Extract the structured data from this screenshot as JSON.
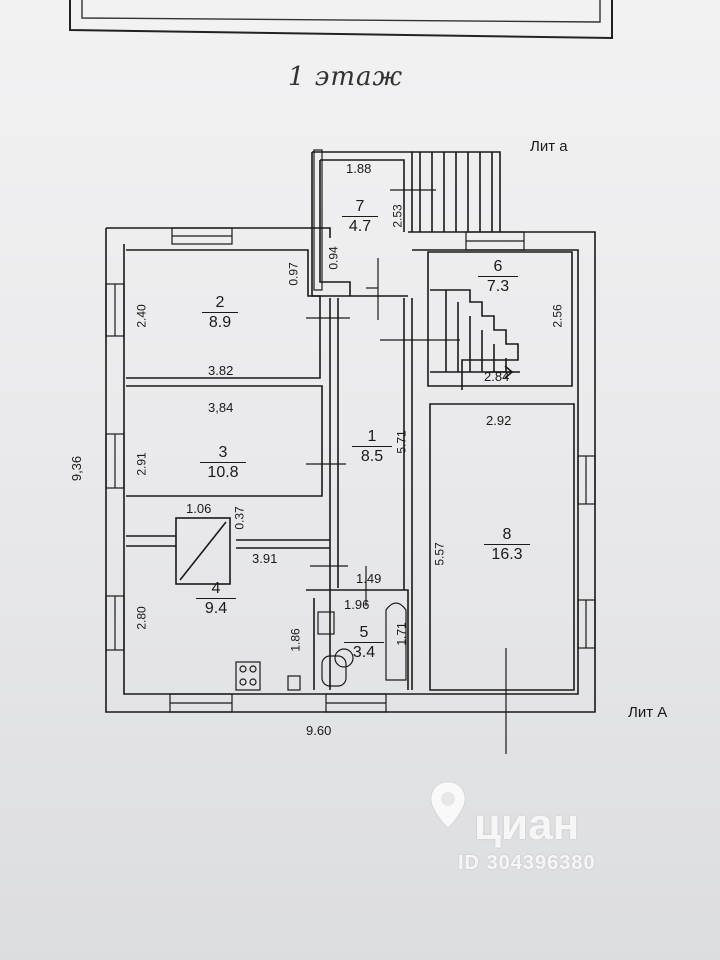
{
  "page": {
    "title": "1 этаж",
    "lit_a_upper": "Лит а",
    "lit_a_main": "Лит А"
  },
  "dimensions": {
    "overall_width": "9.60",
    "overall_depth": "9,36",
    "r7_width": "1.88",
    "r7_depth": "2.53",
    "r7_step": "0.94",
    "r2_step": "0.97",
    "r2_depth": "2.40",
    "r2_width": "3.82",
    "r3_width": "3,84",
    "r3_depth": "2.91",
    "r4_top": "1.06",
    "r4_step": "0.37",
    "r4_width": "3.91",
    "r4_depth": "2.80",
    "r4_small": "1.86",
    "r1_depth": "5.71",
    "r5_top": "1.49",
    "r5_width": "1.96",
    "r5_depth": "1.71",
    "r6_depth": "2.56",
    "r6_width": "2.84",
    "r8_width": "2.92",
    "r8_depth": "5.57"
  },
  "rooms": [
    {
      "id": "1",
      "area": "8.5"
    },
    {
      "id": "2",
      "area": "8.9"
    },
    {
      "id": "3",
      "area": "10.8"
    },
    {
      "id": "4",
      "area": "9.4"
    },
    {
      "id": "5",
      "area": "3.4"
    },
    {
      "id": "6",
      "area": "7.3"
    },
    {
      "id": "7",
      "area": "4.7"
    },
    {
      "id": "8",
      "area": "16.3"
    }
  ],
  "watermark": {
    "brand": "циан",
    "id_text": "ID 304396380"
  },
  "colors": {
    "ink": "#1a1a1a",
    "paper": "#ecedef"
  }
}
